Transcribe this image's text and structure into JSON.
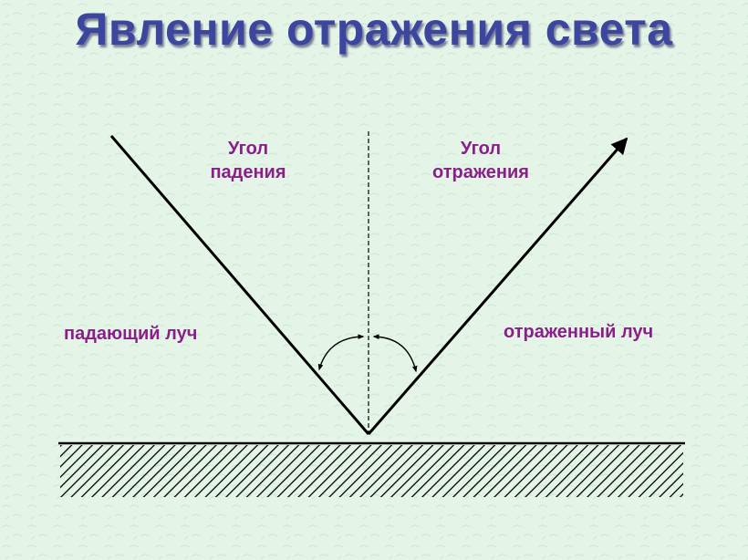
{
  "slide": {
    "title": "Явление отражения света"
  },
  "labels": {
    "angle_incidence_line1": "Угол",
    "angle_incidence_line2": "падения",
    "angle_reflection_line1": "Угол",
    "angle_reflection_line2": "отражения",
    "incident_ray": "падающий луч",
    "reflected_ray": "отраженный луч"
  },
  "colors": {
    "title": "#3c469e",
    "labels": "#8b1e8b",
    "lines": "#000000",
    "background": "#e4f5e8"
  }
}
